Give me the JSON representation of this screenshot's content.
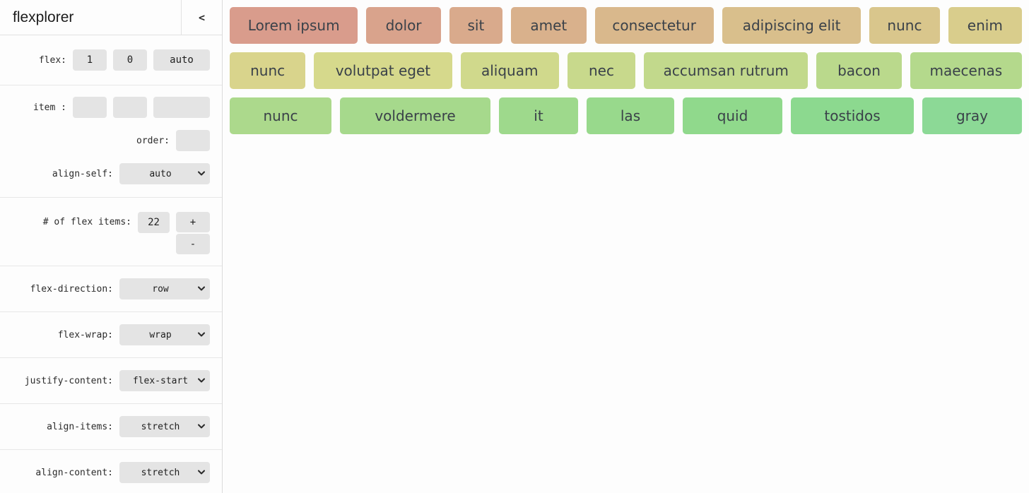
{
  "app": {
    "title": "flexplorer",
    "collapse_icon": "<"
  },
  "sidebar": {
    "flex_row": {
      "label": "flex:",
      "grow": "1",
      "shrink": "0",
      "basis": "auto"
    },
    "item_row": {
      "label": "item :",
      "grow": "",
      "shrink": "",
      "basis": ""
    },
    "order_row": {
      "label": "order:",
      "value": ""
    },
    "align_self": {
      "label": "align-self:",
      "value": "auto"
    },
    "count_row": {
      "label": "# of flex items:",
      "value": "22",
      "increment_label": "+",
      "decrement_label": "-"
    },
    "flex_direction": {
      "label": "flex-direction:",
      "value": "row"
    },
    "flex_wrap": {
      "label": "flex-wrap:",
      "value": "wrap"
    },
    "justify_content": {
      "label": "justify-content:",
      "value": "flex-start"
    },
    "align_items": {
      "label": "align-items:",
      "value": "stretch"
    },
    "align_content": {
      "label": "align-content:",
      "value": "stretch"
    }
  },
  "main": {
    "items": [
      {
        "label": "Lorem ipsum",
        "color": "hsl(12,50%,70%)",
        "style": "flex:1 0 175px;background:hsl(12,50%,70%)"
      },
      {
        "label": "dolor",
        "color": "hsl(18,50%,70%)",
        "style": "flex:1 0 99px;background:hsl(18,50%,70%)"
      },
      {
        "label": "sit",
        "color": "hsl(23,50%,70%)",
        "style": "flex:1 0 69px;background:hsl(23,50%,70%)"
      },
      {
        "label": "amet",
        "color": "hsl(29,50%,70%)",
        "style": "flex:1 0 100px;background:hsl(29,50%,70%)"
      },
      {
        "label": "consectetur",
        "color": "hsl(34,50%,70%)",
        "style": "flex:1 0 162px;background:hsl(34,50%,70%)"
      },
      {
        "label": "adipiscing elit",
        "color": "hsl(40,50%,70%)",
        "style": "flex:1 0 190px;background:hsl(40,50%,70%)"
      },
      {
        "label": "nunc",
        "color": "hsl(45,50%,70%)",
        "style": "flex:1 0 93px;background:hsl(45,50%,70%)"
      },
      {
        "label": "enim",
        "color": "hsl(51,50%,70%)",
        "style": "flex:1 0 98px;background:hsl(51,50%,70%)"
      },
      {
        "label": "nunc",
        "color": "hsl(56,50%,70%)",
        "style": "flex:1 0 100px;background:hsl(56,50%,70%)"
      },
      {
        "label": "volutpat eget",
        "color": "hsl(62,50%,70%)",
        "style": "flex:1 0 188px;background:hsl(62,50%,70%)"
      },
      {
        "label": "aliquam",
        "color": "hsl(67,50%,70%)",
        "style": "flex:1 0 132px;background:hsl(67,50%,70%)"
      },
      {
        "label": "nec",
        "color": "hsl(73,50%,70%)",
        "style": "flex:1 0 89px;background:hsl(73,50%,70%)"
      },
      {
        "label": "accumsan rutrum",
        "color": "hsl(78,50%,70%)",
        "style": "flex:1 0 225px;background:hsl(78,50%,70%)"
      },
      {
        "label": "bacon",
        "color": "hsl(84,50%,70%)",
        "style": "flex:1 0 113px;background:hsl(84,50%,70%)"
      },
      {
        "label": "maecenas",
        "color": "hsl(89,50%,70%)",
        "style": "flex:1 0 151px;background:hsl(89,50%,70%)"
      },
      {
        "label": "nunc",
        "color": "hsl(95,50%,70%)",
        "style": "flex:1 0 137px;background:hsl(95,50%,70%)"
      },
      {
        "label": "voldermere",
        "color": "hsl(100,50%,70%)",
        "style": "flex:1 0 206px;background:hsl(100,50%,70%)"
      },
      {
        "label": "it",
        "color": "hsl(106,50%,70%)",
        "style": "flex:1 0 105px;background:hsl(106,50%,70%)"
      },
      {
        "label": "las",
        "color": "hsl(111,50%,70%)",
        "style": "flex:1 0 117px;background:hsl(111,50%,70%)"
      },
      {
        "label": "quid",
        "color": "hsl(117,50%,70%)",
        "style": "flex:1 0 134px;background:hsl(117,50%,70%)"
      },
      {
        "label": "tostidos",
        "color": "hsl(122,50%,70%)",
        "style": "flex:1 0 167px;background:hsl(122,50%,70%)"
      },
      {
        "label": "gray",
        "color": "hsl(128,50%,70%)",
        "style": "flex:1 0 134px;background:hsl(128,50%,70%)"
      }
    ]
  },
  "colors": {
    "control_bg": "#e4e4e4",
    "divider": "#e7e7e7",
    "box_text": "#3a4149"
  }
}
